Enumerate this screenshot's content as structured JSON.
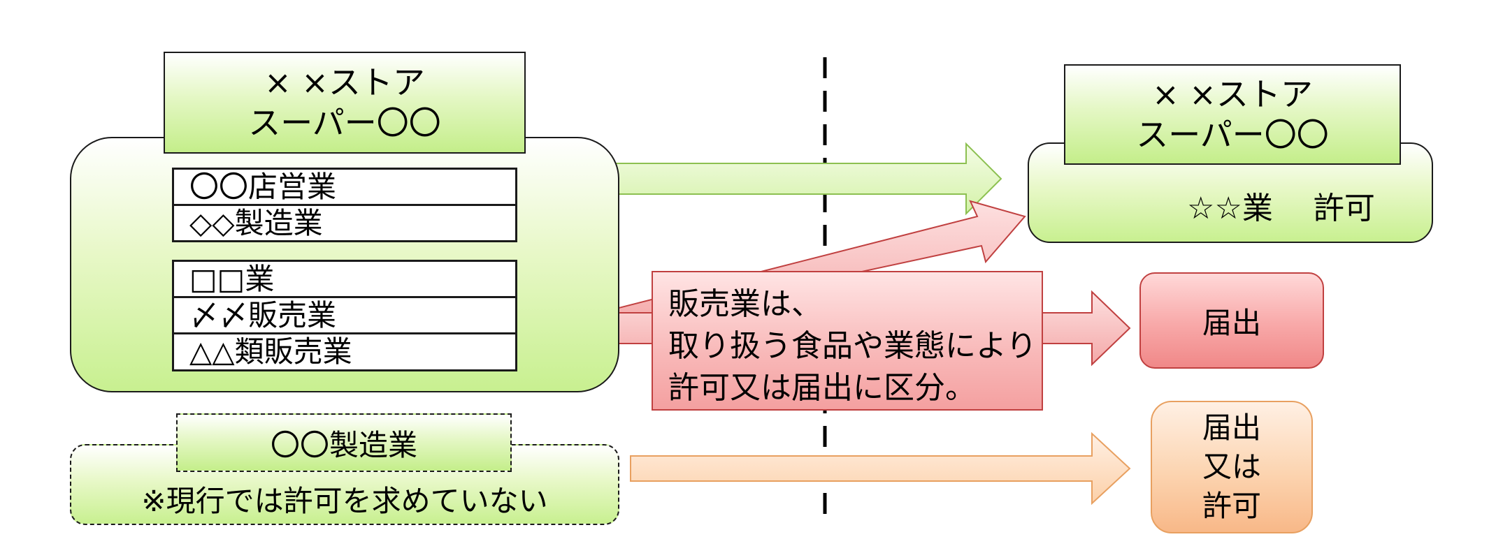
{
  "left_group": {
    "title_line1": "× ×ストア",
    "title_line2": "スーパー〇〇",
    "box1_items": [
      "〇〇店営業",
      "◇◇製造業"
    ],
    "box2_items": [
      "□□業",
      "〆〆販売業",
      "△△類販売業"
    ]
  },
  "right_group": {
    "title_line1": "× ×ストア",
    "title_line2": "スーパー〇〇",
    "permit_text": "☆☆業　 許可"
  },
  "sales_note": {
    "lines": [
      "販売業は、",
      "取り扱う食品や業態により",
      "許可又は届出に区分。"
    ]
  },
  "notification_box": {
    "text": "届出"
  },
  "unlicensed_group": {
    "label": "〇〇製造業",
    "note": "※現行では許可を求めていない"
  },
  "future_box": {
    "lines": [
      "届出",
      "又は",
      "許可"
    ]
  },
  "colors": {
    "green_fill": "#c8f090",
    "green_arrow_stroke": "#8cc050",
    "red_fill": "#f4a0a0",
    "red_stroke": "#c04040",
    "orange_fill": "#fcd0a8",
    "orange_stroke": "#e8a060",
    "bracket": "#e01010",
    "divider": "#000000"
  }
}
